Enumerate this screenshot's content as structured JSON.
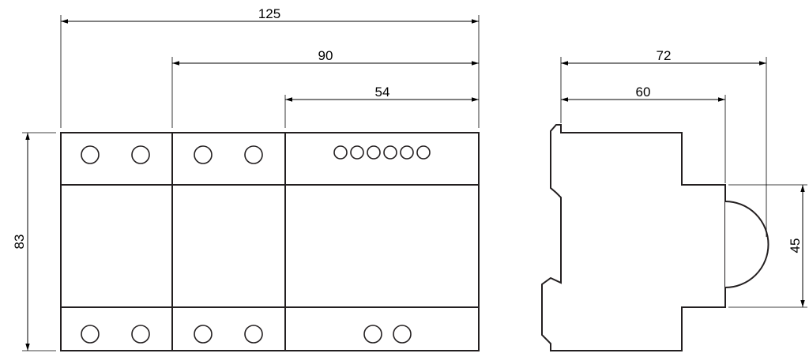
{
  "dimensions": {
    "front_total_width": "125",
    "front_middle_width": "90",
    "front_right_width": "54",
    "front_height": "83",
    "side_total_depth": "72",
    "side_body_depth": "60",
    "side_dome_height": "45"
  },
  "colors": {
    "outline": "#231f20",
    "dimension_line": "#000000",
    "background": "#ffffff"
  }
}
